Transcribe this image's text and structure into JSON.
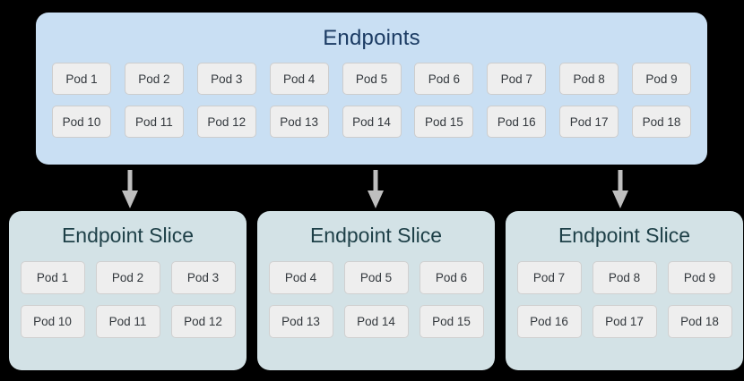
{
  "diagram": {
    "type": "kubernetes-endpointslice-diagram",
    "background_color": "#000000"
  },
  "endpoints": {
    "title": "Endpoints",
    "panel_color": "#c9dff3",
    "title_color": "#1b3b63",
    "rows": [
      [
        "Pod 1",
        "Pod 2",
        "Pod 3",
        "Pod 4",
        "Pod 5",
        "Pod 6",
        "Pod 7",
        "Pod 8",
        "Pod 9"
      ],
      [
        "Pod 10",
        "Pod 11",
        "Pod 12",
        "Pod 13",
        "Pod 14",
        "Pod 15",
        "Pod 16",
        "Pod 17",
        "Pod 18"
      ]
    ]
  },
  "arrows": {
    "icon": "arrow-down-icon",
    "color": "#bfbfbf",
    "count": 3
  },
  "slices": [
    {
      "title": "Endpoint Slice",
      "panel_color": "#d3e2e6",
      "title_color": "#1d3f47",
      "rows": [
        [
          "Pod 1",
          "Pod 2",
          "Pod 3"
        ],
        [
          "Pod 10",
          "Pod 11",
          "Pod 12"
        ]
      ]
    },
    {
      "title": "Endpoint Slice",
      "panel_color": "#d3e2e6",
      "title_color": "#1d3f47",
      "rows": [
        [
          "Pod 4",
          "Pod 5",
          "Pod 6"
        ],
        [
          "Pod 13",
          "Pod 14",
          "Pod 15"
        ]
      ]
    },
    {
      "title": "Endpoint Slice",
      "panel_color": "#d3e2e6",
      "title_color": "#1d3f47",
      "rows": [
        [
          "Pod 7",
          "Pod 8",
          "Pod 9"
        ],
        [
          "Pod 16",
          "Pod 17",
          "Pod 18"
        ]
      ]
    }
  ]
}
